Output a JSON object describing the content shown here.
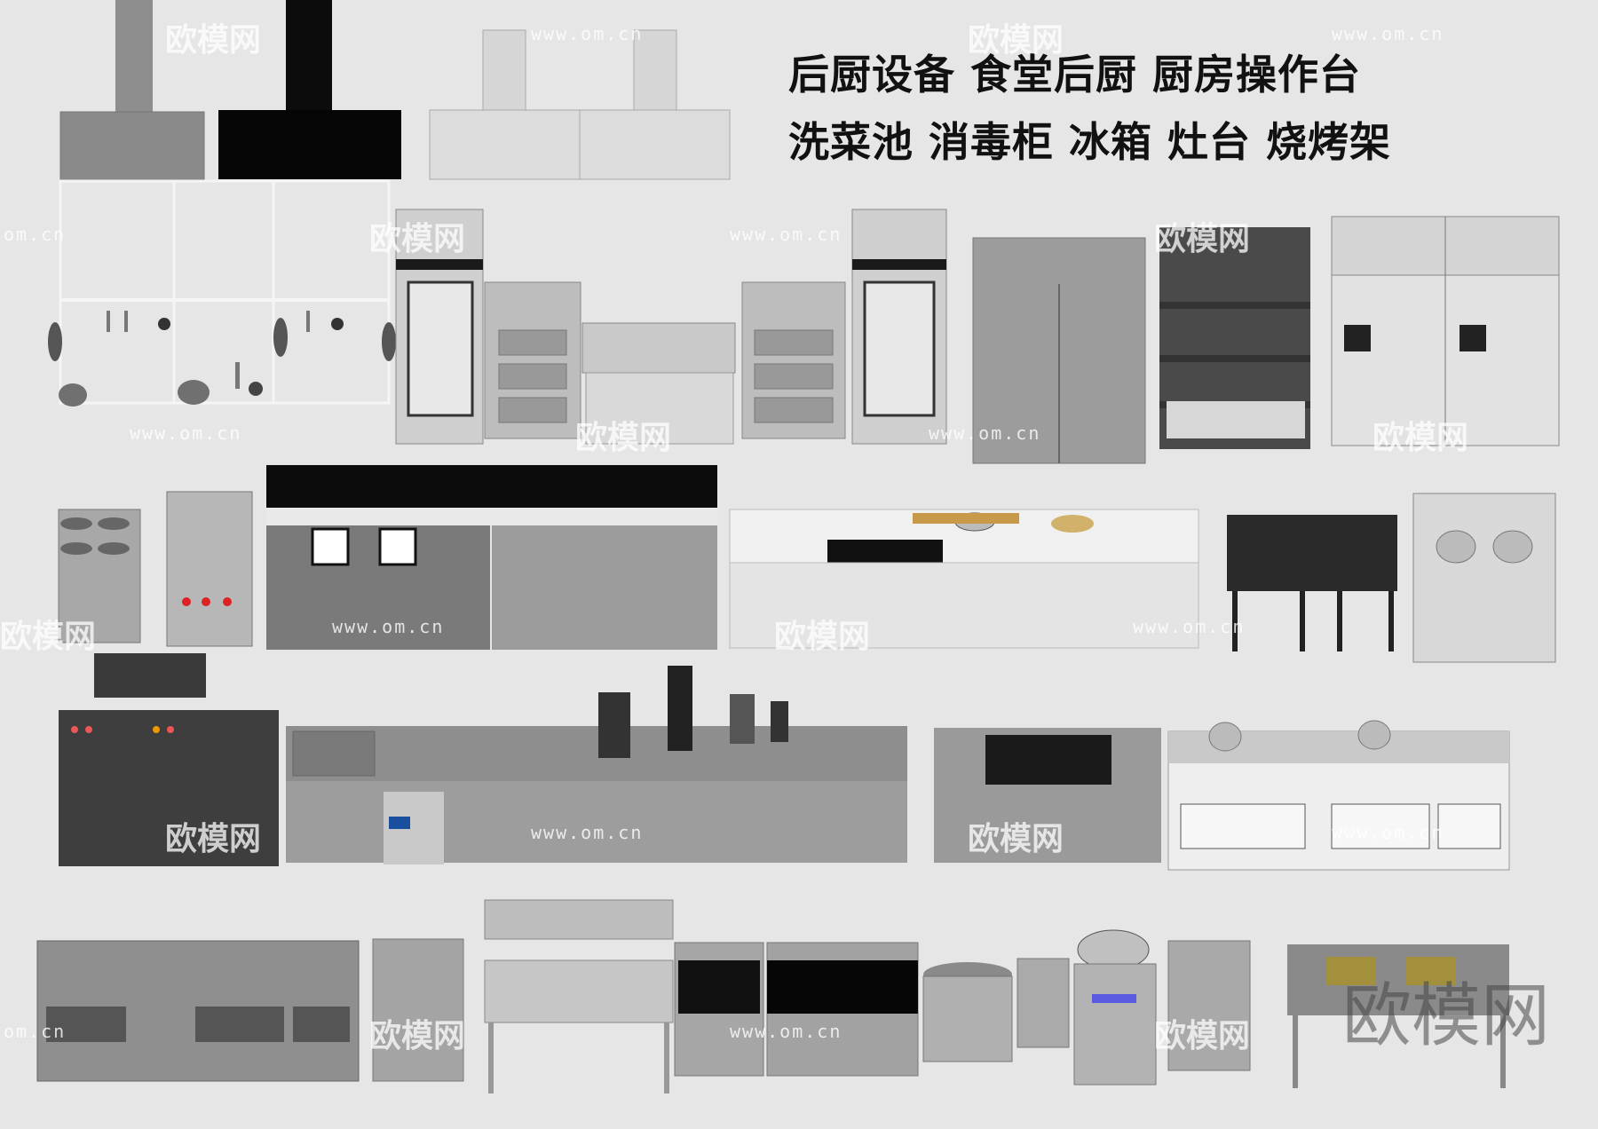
{
  "titles": {
    "line1": "后厨设备 食堂后厨 厨房操作台",
    "line2": "洗菜池 消毒柜 冰箱 灶台 烧烤架"
  },
  "watermarks": {
    "logo_text": "欧模网",
    "url_text": "www.om.cn",
    "url_fragment": "om.cn",
    "big_logo": "欧模网"
  },
  "colors": {
    "background": "#e6e6e6",
    "steel": "#9a9a9a",
    "dark_steel": "#4a4a4a",
    "black": "#111111"
  }
}
